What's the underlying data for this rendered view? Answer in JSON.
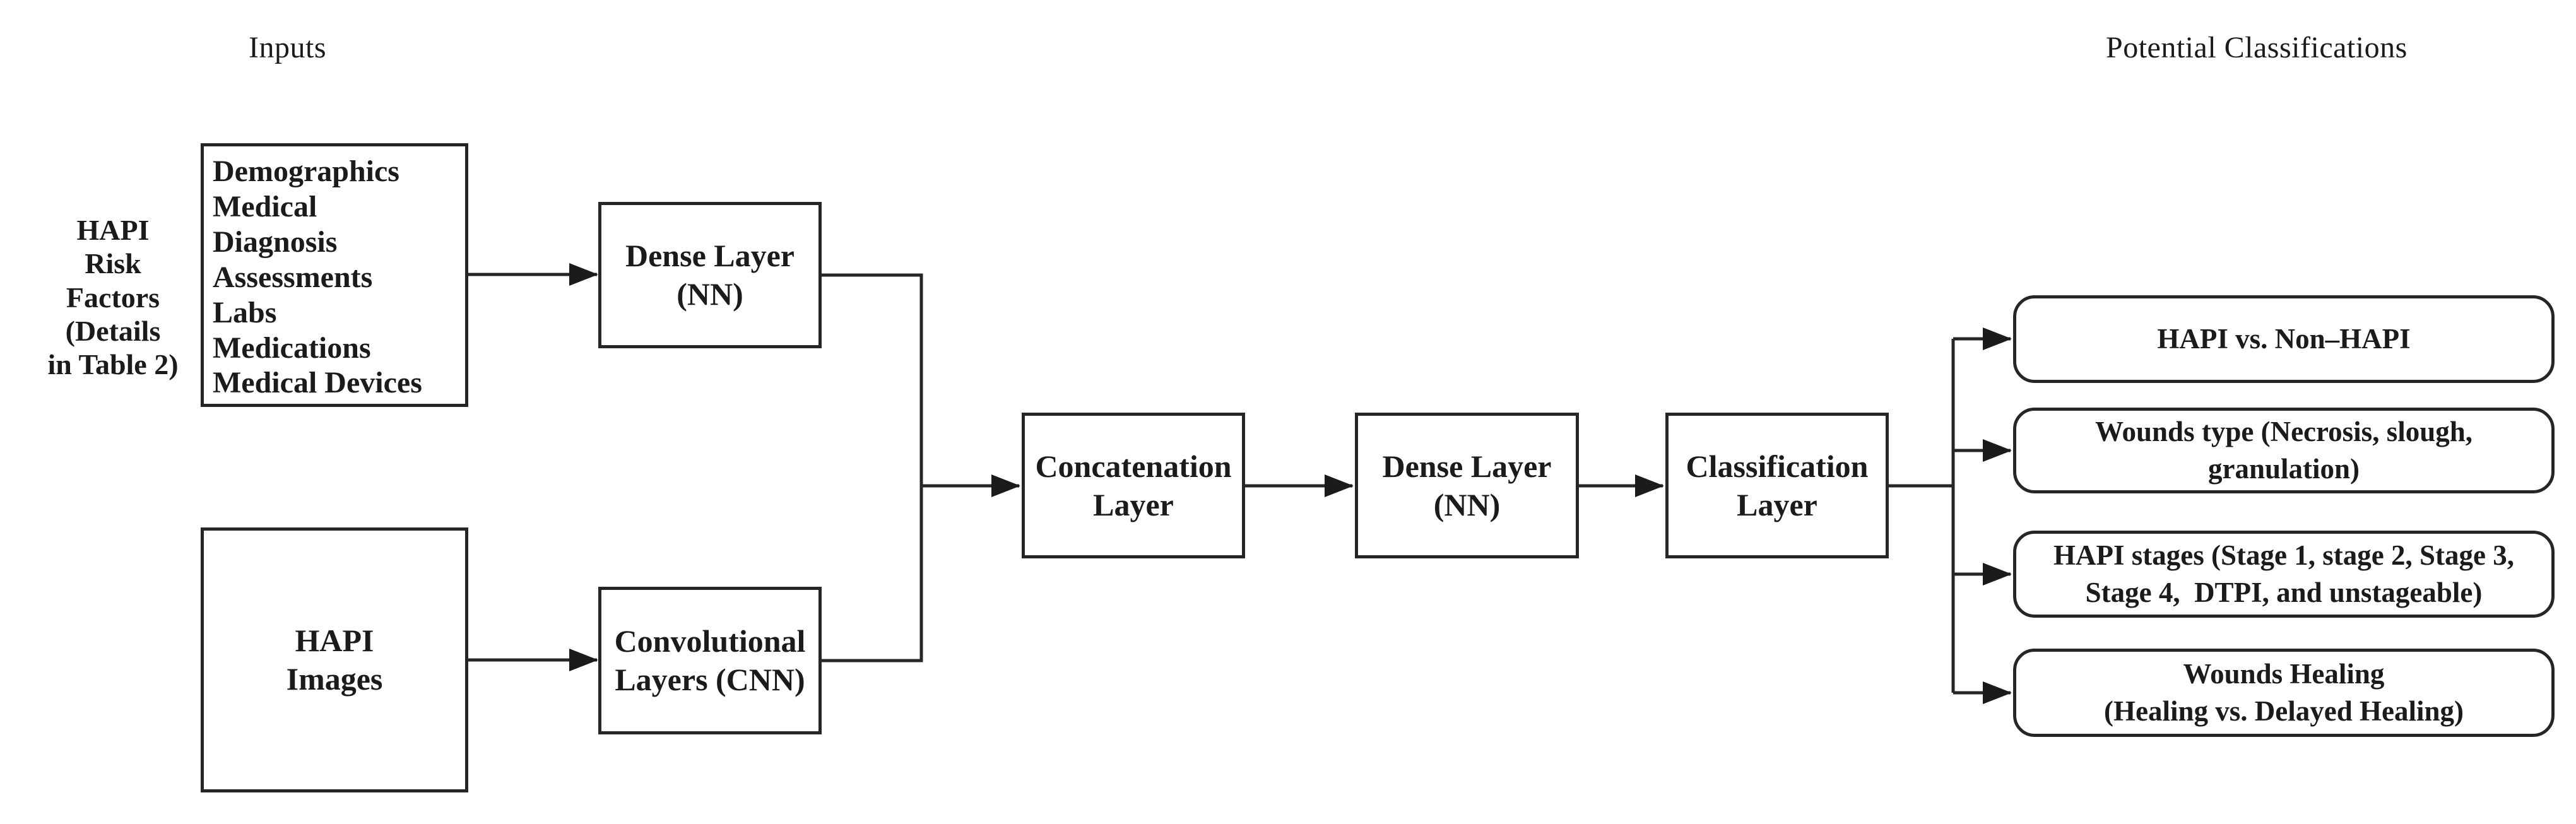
{
  "headings": {
    "inputs": "Inputs",
    "classifications": "Potential Classifications"
  },
  "left_note": "HAPI\nRisk\nFactors\n(Details\nin Table 2)",
  "risk_factors_box": {
    "lines": "Demographics\nMedical\nDiagnosis\nAssessments\nLabs\nMedications\nMedical Devices"
  },
  "nodes": {
    "dense_top": "Dense Layer\n(NN)",
    "hapi_images": "HAPI\nImages",
    "cnn": "Convolutional\nLayers (CNN)",
    "concatenation": "Concatenation\nLayer",
    "dense_mid": "Dense Layer\n(NN)",
    "classification": "Classification\nLayer"
  },
  "outputs": [
    {
      "label": "HAPI vs. Non–HAPI"
    },
    {
      "label": "Wounds type (Necrosis, slough,\ngranulation)"
    },
    {
      "label": "HAPI stages (Stage 1, stage 2, Stage 3,\nStage 4,  DTPI, and unstageable)"
    },
    {
      "label": "Wounds Healing\n(Healing vs. Delayed Healing)"
    }
  ],
  "colors": {
    "ink": "#1b1b1b",
    "line": "#262626",
    "background": "#ffffff"
  }
}
